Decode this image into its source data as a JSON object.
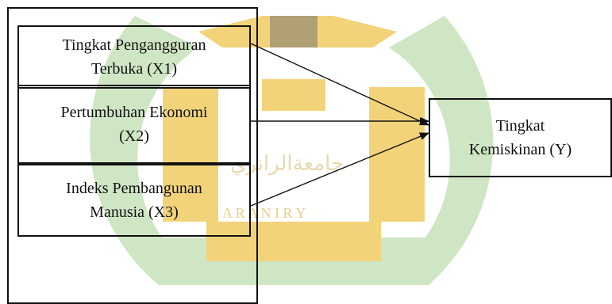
{
  "watermark": {
    "arabic_text": "جامعةالرانري",
    "latin_text": "A R A N I R Y",
    "color_green": "#cfe6c4",
    "color_yellow": "#f3d37a"
  },
  "diagram": {
    "x1_label": "Tingkat Pengangguran\nTerbuka (X1)",
    "x2_label": "Pertumbuhan Ekonomi\n(X2)",
    "x3_label": "Indeks Pembangunan\nManusia (X3)",
    "y_label": "Tingkat\nKemiskinan (Y)"
  }
}
